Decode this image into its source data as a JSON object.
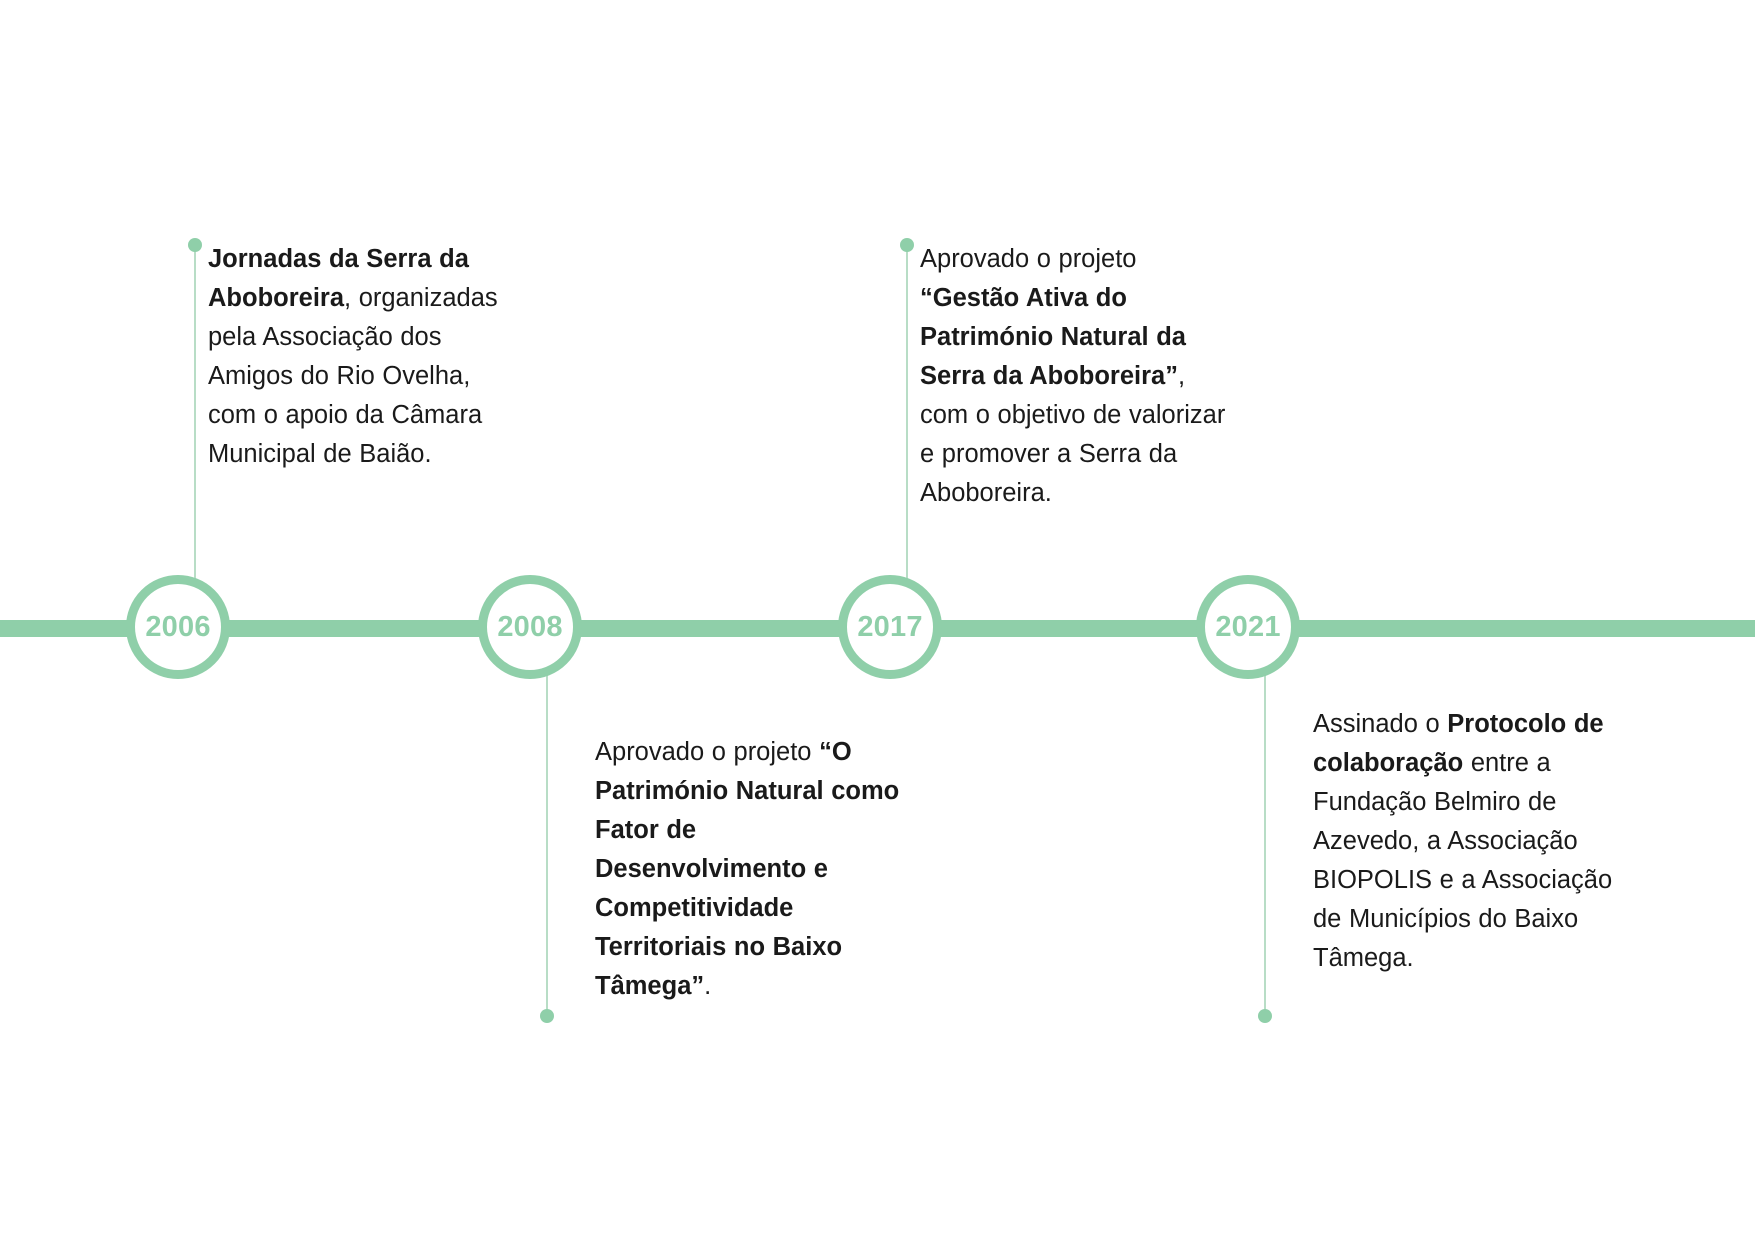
{
  "diagram": {
    "type": "horizontal-timeline",
    "orientation": "horizontal",
    "accent_color": "#8fcfa9",
    "connector_color": "#b8ddc6",
    "text_color": "#1a1a1a",
    "background_color": "#ffffff"
  },
  "events": [
    {
      "year": "2006",
      "position": "above",
      "text_parts": [
        {
          "text": "Jornadas da Serra da Aboboreira",
          "bold": true
        },
        {
          "text": ", organizadas pela Associação dos Amigos do Rio Ovelha, com o apoio da Câmara Municipal de Baião.",
          "bold": false
        }
      ],
      "plain_text": "Jornadas da Serra da Aboboreira, organizadas pela Associação dos Amigos do Rio Ovelha, com o apoio da Câmara Municipal de Baião."
    },
    {
      "year": "2008",
      "position": "below",
      "text_parts": [
        {
          "text": "Aprovado o projeto ",
          "bold": false
        },
        {
          "text": "“O Património Natural como Fator de Desenvolvimento e Competitividade Territoriais no Baixo Tâmega”",
          "bold": true
        },
        {
          "text": ".",
          "bold": false
        }
      ],
      "plain_text": "Aprovado o projeto “O Património Natural como Fator de Desenvolvimento e Competitividade Territoriais no Baixo Tâmega”."
    },
    {
      "year": "2017",
      "position": "above",
      "text_parts": [
        {
          "text": "Aprovado o projeto ",
          "bold": false
        },
        {
          "text": "“Gestão Ativa do Património Natural da Serra da Aboboreira”",
          "bold": true
        },
        {
          "text": ", com o objetivo de valorizar e promover a Serra da Aboboreira.",
          "bold": false
        }
      ],
      "plain_text": "Aprovado o projeto “Gestão Ativa do Património Natural da Serra da Aboboreira”, com o objetivo de valorizar e promover a Serra da Aboboreira."
    },
    {
      "year": "2021",
      "position": "below",
      "text_parts": [
        {
          "text": "Assinado o ",
          "bold": false
        },
        {
          "text": "Protocolo de colaboração",
          "bold": true
        },
        {
          "text": " entre a Fundação Belmiro de Azevedo, a Associação BIOPOLIS e a Associação de Municípios do Baixo Tâmega.",
          "bold": false
        }
      ],
      "plain_text": "Assinado o Protocolo de colaboração entre a Fundação Belmiro de Azevedo, a Associação BIOPOLIS e a Associação de Municípios do Baixo Tâmega."
    }
  ]
}
